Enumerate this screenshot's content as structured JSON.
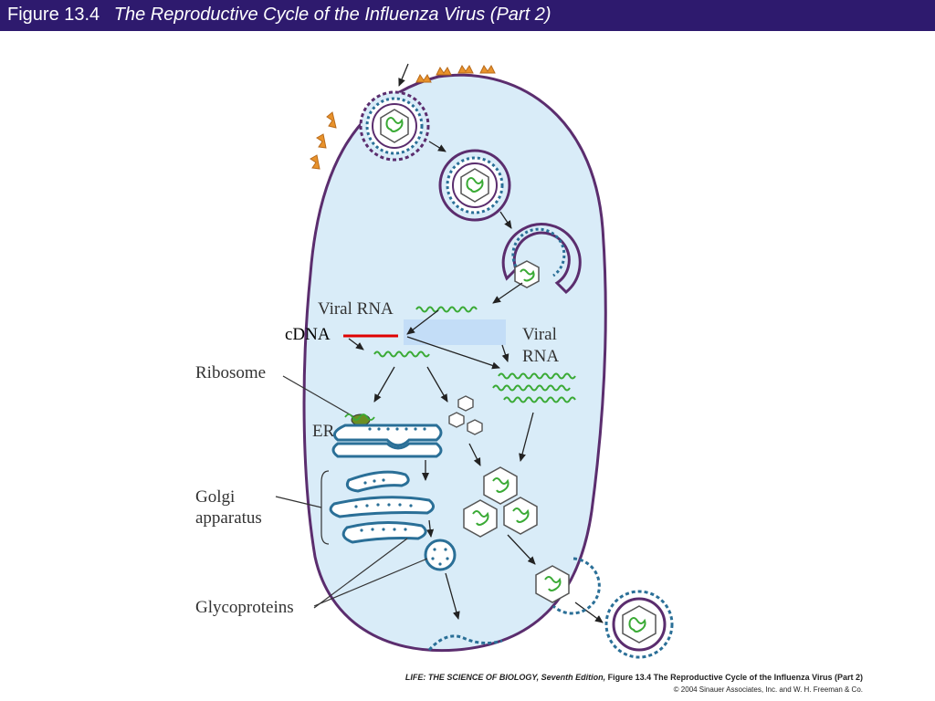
{
  "header": {
    "figure_number": "Figure 13.4",
    "caption": "The Reproductive Cycle of the Influenza Virus (Part 2)"
  },
  "labels": {
    "viral_rna_top": "Viral RNA",
    "cdna": "cDNA",
    "viral_rna_right_1": "Viral",
    "viral_rna_right_2": "RNA",
    "ribosome": "Ribosome",
    "er": "ER",
    "golgi_1": "Golgi",
    "golgi_2": "apparatus",
    "glycoproteins": "Glycoproteins"
  },
  "credit": {
    "book": "LIFE: THE SCIENCE OF BIOLOGY, Seventh Edition,",
    "figure_ref": "Figure 13.4 The Reproductive Cycle of the Influenza Virus (Part 2)",
    "copyright": "© 2004 Sinauer Associates, Inc. and W. H. Freeman & Co."
  },
  "colors": {
    "title_bar": "#2e1a6e",
    "cell_fill": "#d9ecf8",
    "membrane": "#5b2d6e",
    "organelle": "#2a6f97",
    "rna": "#3aaa35",
    "cdna_line": "#e00000",
    "glycoprotein": "#e8922b"
  }
}
